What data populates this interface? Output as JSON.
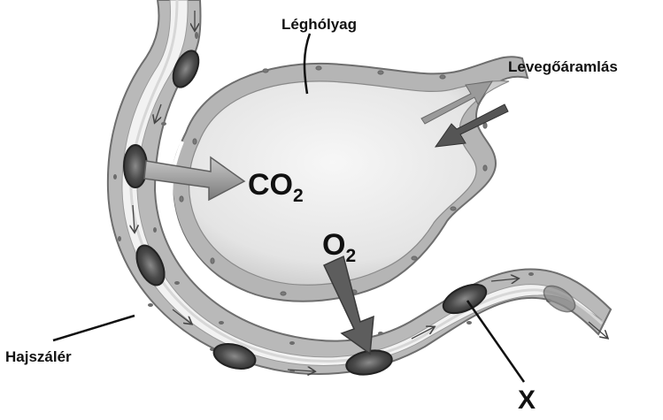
{
  "labels": {
    "alveolus": "Léghólyag",
    "airflow": "Levegőáramlás",
    "capillary": "Hajszálér",
    "co2_base": "CO",
    "co2_sub": "2",
    "o2_base": "O",
    "o2_sub": "2",
    "unknown": "X"
  },
  "colors": {
    "wall": "#b9b9b9",
    "wall_dark": "#7d7d7d",
    "lumen": "#efefef",
    "alveolus_fill": "#e6e6e6",
    "blood_cell": "#5a5a5a",
    "arrow_gray": "#9a9a9a",
    "arrow_dark": "#555555",
    "text": "#111111"
  },
  "icons": {
    "red_blood_cell": "red-blood-cell-icon",
    "flow_arrow": "flow-arrow-icon",
    "gas_arrow": "gas-arrow-icon"
  }
}
